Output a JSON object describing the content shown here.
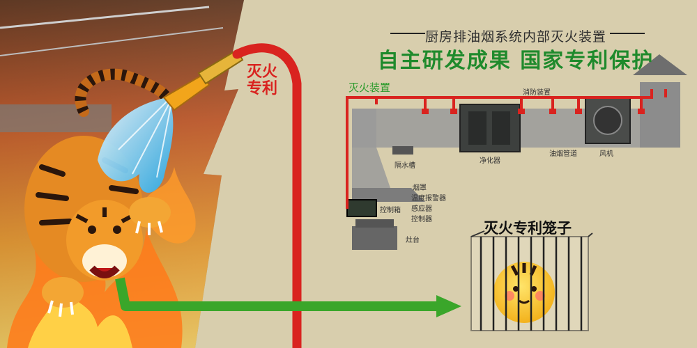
{
  "header": {
    "subtitle": "厨房排油烟系统内部灭火装置",
    "title": "自主研发成果  国家专利保护"
  },
  "patent_label_line1": "灭火",
  "patent_label_line2": "专利",
  "diagram": {
    "fire_device_label": "灭火装置",
    "fire_system_label": "消防装置",
    "purifier_label": "净化器",
    "duct_label": "油烟管道",
    "fan_label": "风机",
    "water_tank_label": "隔水槽",
    "hood_label": "烟罩",
    "control_box_label": "控制箱",
    "temp_alarm_label": "温度报警器",
    "sensor_label": "感应器",
    "controller_label": "控制器",
    "stove_label": "灶台"
  },
  "cage_label": "灭火专利笼子",
  "colors": {
    "accent_green": "#1f8a2c",
    "pipe_red": "#d9231f",
    "arrow_green": "#3aa62a"
  }
}
